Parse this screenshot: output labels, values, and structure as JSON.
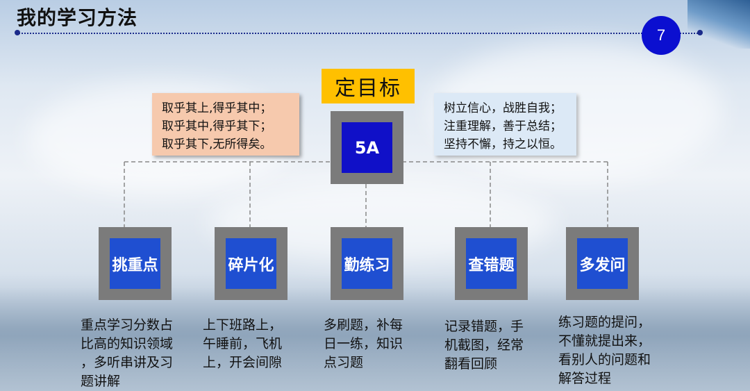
{
  "slide": {
    "title": "我的学习方法",
    "page_number": "7"
  },
  "goal": {
    "label": "定目标",
    "center_label": "5A"
  },
  "quotes": {
    "left": [
      "取乎其上,得乎其中；",
      "取乎其中,得乎其下；",
      "取乎其下,无所得矣。"
    ],
    "right": [
      "树立信心，战胜自我；",
      "注重理解，善于总结；",
      "坚持不懈，持之以恒。"
    ]
  },
  "methods": [
    {
      "label": "挑重点",
      "description": [
        "重点学习分数占",
        "比高的知识领域",
        "，多听串讲及习",
        "题讲解"
      ]
    },
    {
      "label": "碎片化",
      "description": [
        "上下班路上，",
        "午睡前，飞机",
        "上，开会间隙"
      ]
    },
    {
      "label": "勤练习",
      "description": [
        "多刷题，补每",
        "日一练，知识",
        "点习题"
      ]
    },
    {
      "label": "查错题",
      "description": [
        "记录错题，手",
        "机截图，经常",
        "翻看回顾"
      ]
    },
    {
      "label": "多发问",
      "description": [
        "练习题的提问，",
        "不懂就提出来，",
        "看别人的问题和",
        "解答过程"
      ]
    }
  ],
  "colors": {
    "page_badge": "#0b0fd0",
    "goal_label_bg": "#ffc000",
    "box_border": "#7b7b7b",
    "center_box": "#1010c8",
    "method_box": "#1f4fd1",
    "quote_left_bg": "#f6c9ad",
    "quote_right_bg": "#dce9f6"
  }
}
